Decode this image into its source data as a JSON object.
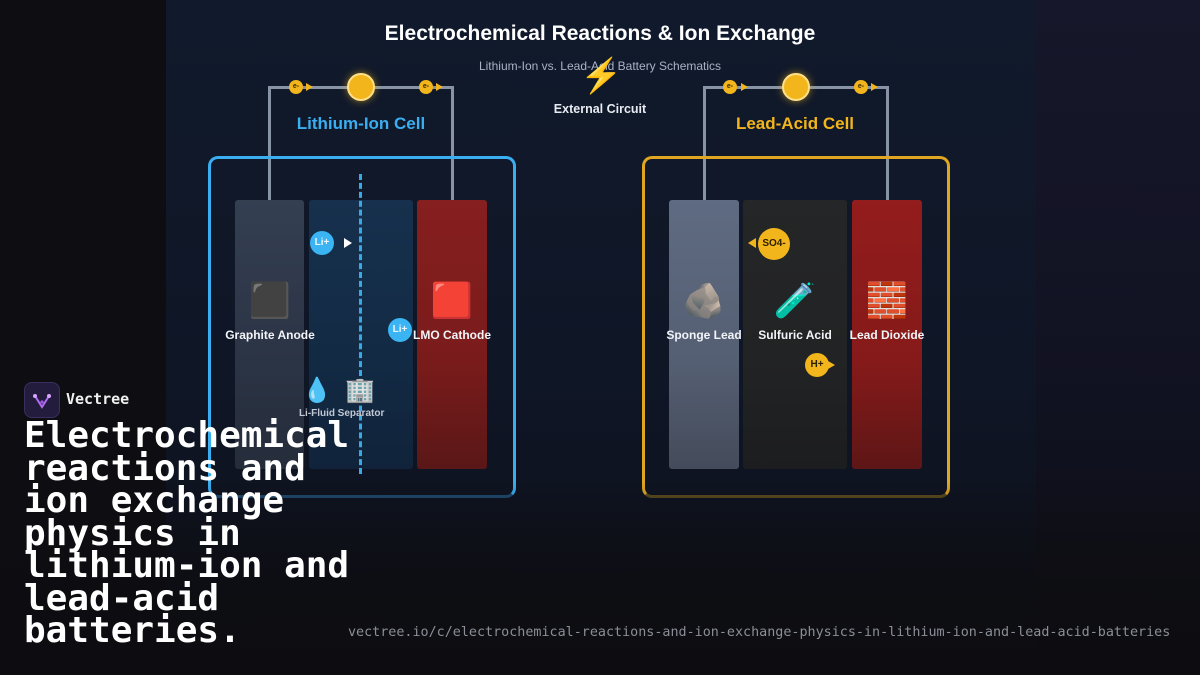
{
  "header": {
    "title": "Electrochemical Reactions & Ion Exchange",
    "subtitle": "Lithium-Ion vs. Lead-Acid Battery Schematics"
  },
  "circuit": {
    "label": "External Circuit",
    "electron_label": "e-"
  },
  "lithium": {
    "title": "Lithium-Ion Cell",
    "anode_label": "Graphite Anode",
    "cathode_label": "LMO Cathode",
    "ion_label": "Li+",
    "electrolyte_label": "Li-Fluid",
    "separator_label": "Separator"
  },
  "lead": {
    "title": "Lead-Acid Cell",
    "anode_label": "Sponge Lead",
    "electrolyte_label": "Sulfuric Acid",
    "cathode_label": "Lead Dioxide",
    "ion_sulfate": "SO4-",
    "ion_hydrogen": "H+"
  },
  "icons": {
    "circuit": "lightning-bolt-icon",
    "graphite": "black-square-icon",
    "lmo": "red-square-icon",
    "fluid": "droplet-icon",
    "separator": "building-icon",
    "sponge_lead": "rock-icon",
    "sulfuric_acid": "test-tube-icon",
    "lead_dioxide": "brick-icon"
  },
  "colors": {
    "lithium_accent": "#3aaef0",
    "lead_accent": "#f2b51c",
    "cathode_red": "#8c1d1d",
    "anode_slate": "#5a6478"
  },
  "footer": {
    "brand": "Vectree",
    "headline": "Electrochemical reactions and ion exchange physics in lithium-ion and lead-acid batteries.",
    "url": "vectree.io/c/electrochemical-reactions-and-ion-exchange-physics-in-lithium-ion-and-lead-acid-batteries"
  }
}
